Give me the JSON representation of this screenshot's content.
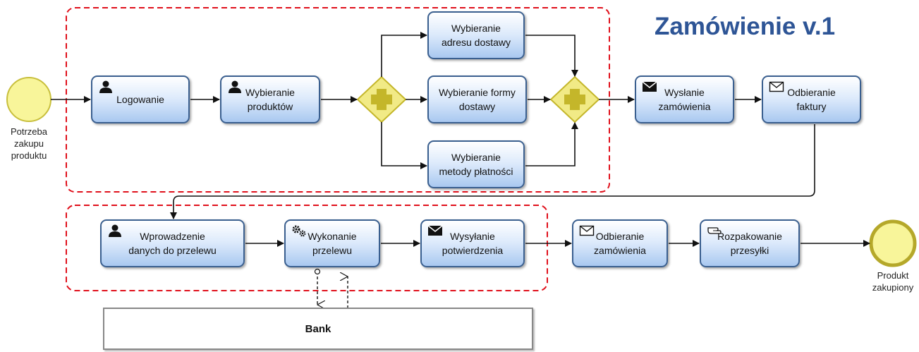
{
  "title": "Zamówienie v.1",
  "start_event": {
    "label": "Potrzeba\nzakupu\nproduktu"
  },
  "end_event": {
    "label": "Produkt\nzakupiony"
  },
  "tasks": {
    "logowanie": {
      "label": "Logowanie",
      "icon": "user-icon"
    },
    "wybieranie_produktow": {
      "label": "Wybieranie\nproduktów",
      "icon": "user-icon"
    },
    "wybieranie_adresu": {
      "label": "Wybieranie\nadresu dostawy",
      "icon": ""
    },
    "wybieranie_formy": {
      "label": "Wybieranie formy\ndostawy",
      "icon": ""
    },
    "wybieranie_metody": {
      "label": "Wybieranie\nmetody płatności",
      "icon": ""
    },
    "wyslanie_zamowienia": {
      "label": "Wysłanie\nzamówienia",
      "icon": "envelope-filled-icon"
    },
    "odbieranie_faktury": {
      "label": "Odbieranie\nfaktury",
      "icon": "envelope-outline-icon"
    },
    "wprowadzenie_danych": {
      "label": "Wprowadzenie\ndanych do przelewu",
      "icon": "user-icon"
    },
    "wykonanie_przelewu": {
      "label": "Wykonanie\nprzelewu",
      "icon": "gears-icon"
    },
    "wysylanie_potwierdzenia": {
      "label": "Wysyłanie\npotwierdzenia",
      "icon": "envelope-filled-icon"
    },
    "odbieranie_zamowienia": {
      "label": "Odbieranie\nzamówienia",
      "icon": "envelope-outline-icon"
    },
    "rozpakowanie_przesylki": {
      "label": "Rozpakowanie\nprzesyłki",
      "icon": "hand-icon"
    }
  },
  "pool": {
    "label": "Bank"
  },
  "colors": {
    "group_border": "#e0101b",
    "task_border": "#3a5f8f",
    "gateway_fill": "#f1ea86",
    "gateway_plus": "#c4b62a",
    "event_fill": "#f8f59a",
    "event_border": "#c8bf3c",
    "title": "#2e5596"
  }
}
